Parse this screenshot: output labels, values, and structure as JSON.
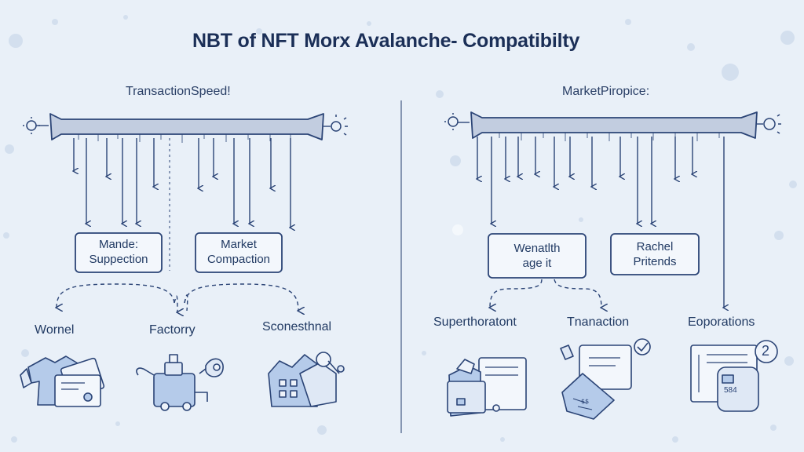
{
  "title": "NBT of NFT Morx Avalanche- Compatibilty",
  "left_panel": {
    "heading": "TransactionSpeed!",
    "boxes": [
      {
        "line1": "Mande:",
        "line2": "Suppection"
      },
      {
        "line1": "Market",
        "line2": "Compaction"
      }
    ],
    "labels": [
      "Wornel",
      "Factorry",
      "Sconesthnal"
    ]
  },
  "right_panel": {
    "heading": "MarketPiropice:",
    "boxes": [
      {
        "line1": "Wenatlth",
        "line2": "age it"
      },
      {
        "line1": "Rachel",
        "line2": "Pritends"
      }
    ],
    "labels": [
      "Superthoratont",
      "Tnanaction",
      "Eoporations"
    ],
    "badge_number": "2",
    "device_text": "584"
  },
  "colors": {
    "background": "#e9f0f8",
    "ink": "#2b4476",
    "bar_fill": "#c2cde0",
    "box_fill": "#f3f7fc",
    "icon_fill": "#b5cbea"
  }
}
